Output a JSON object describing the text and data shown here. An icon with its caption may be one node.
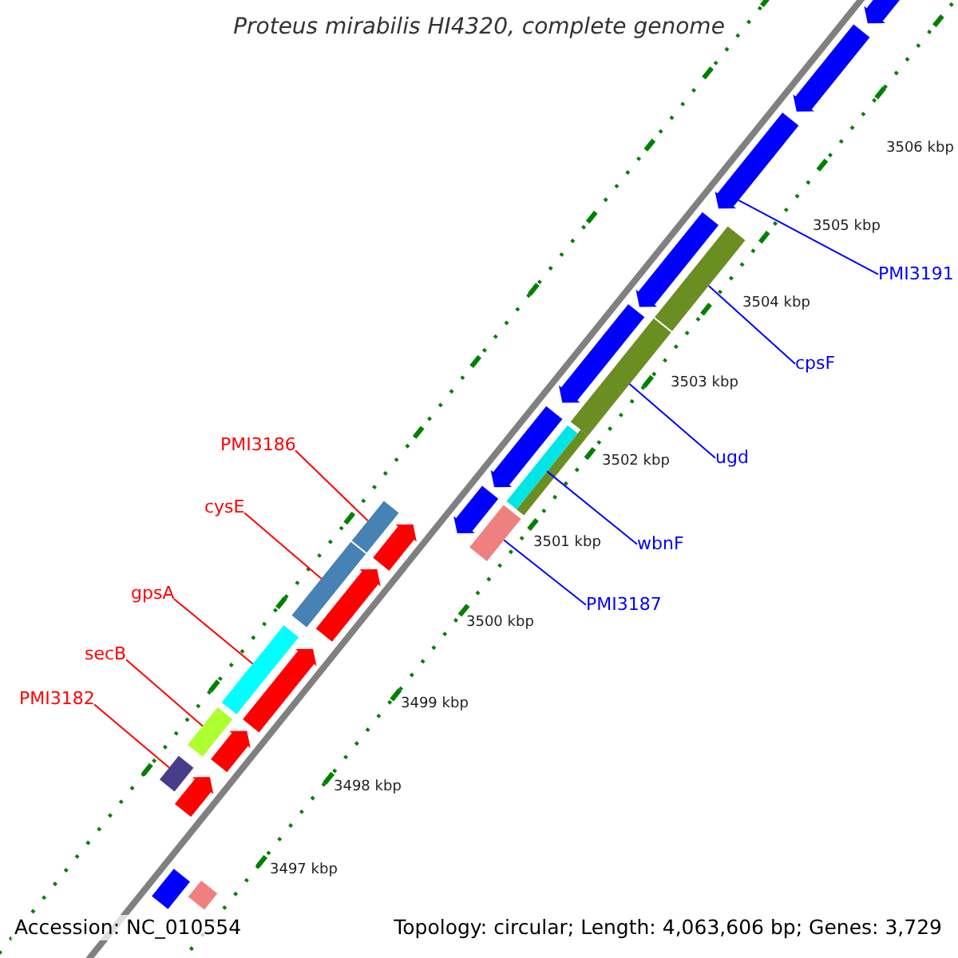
{
  "diagram": {
    "title": "Proteus mirabilis HI4320, complete genome",
    "nodes": [
      {
        "text": [
          "PMI3191"
        ]
      },
      {
        "text": [
          "PMI3186"
        ]
      },
      {
        "text": [
          "cpsF"
        ]
      },
      {
        "text": [
          "ugd"
        ]
      },
      {
        "text": [
          "cysE"
        ]
      },
      {
        "text": [
          "wbnF"
        ]
      },
      {
        "text": [
          "gpsA"
        ]
      },
      {
        "text": [
          "PMI3187"
        ]
      },
      {
        "text": [
          "secB"
        ]
      },
      {
        "text": [
          "PMI3182"
        ]
      },
      {
        "text": [],
        "shape": "pentagon"
      },
      {
        "text": [],
        "shape": "bar"
      },
      {
        "text": [],
        "shape": "bar"
      },
      {
        "text": [],
        "shape": "bar"
      },
      {
        "text": [],
        "shape": "bar"
      },
      {
        "text": [],
        "shape": "bar"
      },
      {
        "text": [],
        "shape": "bar"
      },
      {
        "text": [],
        "shape": "bar"
      },
      {
        "text": [],
        "shape": "bar"
      },
      {
        "text": [],
        "shape": "bar"
      },
      {
        "text": [],
        "shape": "pentagon"
      },
      {
        "text": [],
        "shape": "pentagon"
      },
      {
        "text": [],
        "shape": "pentagon"
      },
      {
        "text": [],
        "shape": "pentagon"
      },
      {
        "text": [],
        "shape": "pentagon"
      },
      {
        "text": [],
        "shape": "pentagon"
      },
      {
        "text": [],
        "shape": "pentagon"
      },
      {
        "text": [],
        "shape": "pentagon"
      },
      {
        "text": [],
        "shape": "pentagon"
      },
      {
        "text": [],
        "shape": "pentagon"
      },
      {
        "text": [],
        "shape": "pentagon"
      },
      {
        "text": [],
        "shape": "bar"
      },
      {
        "text": [],
        "shape": "bar"
      }
    ],
    "edges": [
      {
        "from": 0,
        "to": 10,
        "arrow": "none"
      },
      {
        "from": 1,
        "to": 11,
        "arrow": "none",
        "color": "#ff0000"
      },
      {
        "from": 2,
        "to": 12,
        "arrow": "none"
      },
      {
        "from": 3,
        "to": 13,
        "arrow": "none"
      },
      {
        "from": 4,
        "to": 14,
        "arrow": "none",
        "color": "#ff0000"
      },
      {
        "from": 5,
        "to": 15,
        "arrow": "none"
      },
      {
        "from": 6,
        "to": 16,
        "arrow": "none",
        "color": "#ff0000"
      },
      {
        "from": 7,
        "to": 17,
        "arrow": "none"
      },
      {
        "from": 8,
        "to": 18,
        "arrow": "none",
        "color": "#ff0000"
      },
      {
        "from": 9,
        "to": 19,
        "arrow": "none",
        "color": "#ff0000"
      }
    ],
    "labels": [
      "3506 kbp",
      "3505 kbp",
      "3504 kbp",
      "3503 kbp",
      "3502 kbp",
      "3501 kbp",
      "3500 kbp",
      "3499 kbp",
      "3498 kbp",
      "3497 kbp",
      "Accession: NC_010554",
      "Topology: circular; Length: 4,063,606 bp; Genes: 3,729"
    ]
  }
}
